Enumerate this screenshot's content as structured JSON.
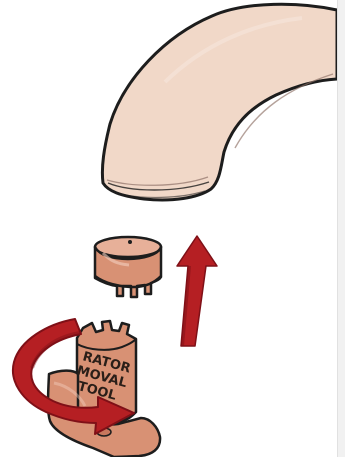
{
  "illustration": {
    "tool_label": {
      "line1": "RATOR",
      "line2": "MOVAL",
      "line3": "TOOL"
    },
    "colors": {
      "background": "#ffffff",
      "spout_fill": "#f1d8c8",
      "copper_light": "#e2a58d",
      "copper_mid": "#d68c6f",
      "outline": "#1d1d1d",
      "arrow_red": "#b51f23",
      "arrow_shadow": "#7f1017"
    },
    "icons": {
      "spout": "faucet-spout-icon",
      "aerator": "aerator-icon",
      "tool": "aerator-removal-tool-icon",
      "rotate_arrow": "rotate-arrow-icon",
      "up_arrow": "up-arrow-icon"
    }
  }
}
